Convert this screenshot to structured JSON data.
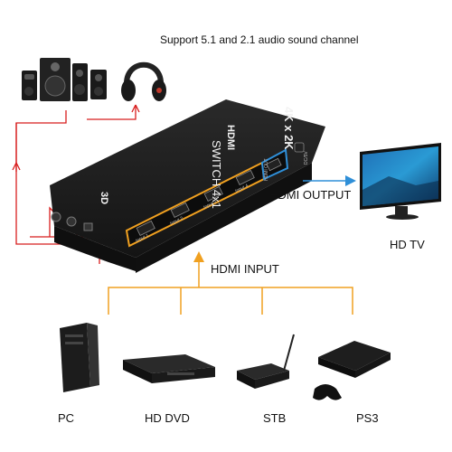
{
  "header": {
    "note": "Support 5.1 and 2.1 audio sound channel"
  },
  "device": {
    "brand": "HDMI",
    "resolution": "4K x 2K",
    "model": "SWITCH 4x1",
    "badge_3d": "3D",
    "ports": [
      "Input 1",
      "Input 2",
      "Input 3",
      "Input 4"
    ],
    "output_port": "HDMI OUT",
    "power": "DC/5V"
  },
  "labels": {
    "hdmi_output": "HDMI OUTPUT",
    "hd_tv": "HD TV",
    "hdmi_input": "HDMI INPUT"
  },
  "sources": [
    "PC",
    "HD DVD",
    "STB",
    "PS3"
  ],
  "colors": {
    "audio_line": "#d81e1e",
    "input_line": "#f0a020",
    "output_arrow": "#2f8fd8",
    "device_body": "#1b1b1b"
  }
}
